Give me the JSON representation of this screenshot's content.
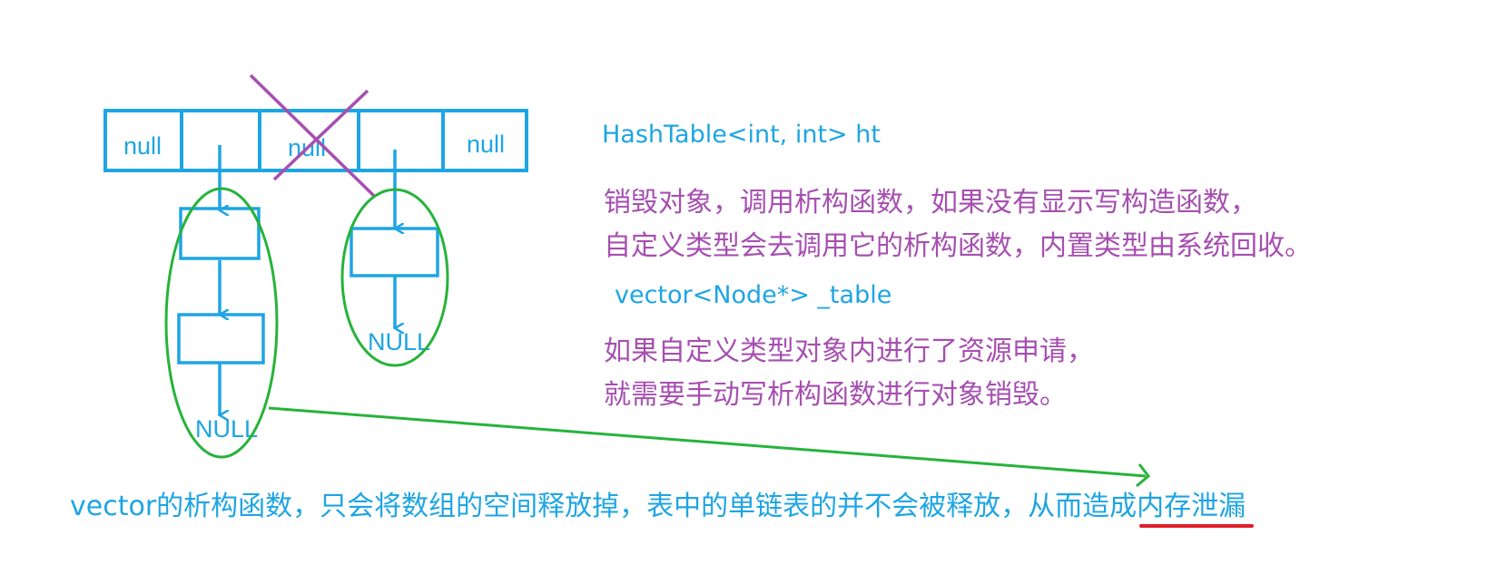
{
  "bucket_labels": [
    "null",
    "",
    "null",
    "",
    "null"
  ],
  "null_labels": [
    "NULL",
    "NULL"
  ],
  "code_labels": {
    "hashtable": "HashTable<int, int> ht",
    "vector": "vector<Node*>  _table"
  },
  "notes": {
    "line1": "销毁对象，调用析构函数，如果没有显示写构造函数，",
    "line2": "自定义类型会去调用它的析构函数，内置类型由系统回收。",
    "line3": "如果自定义类型对象内进行了资源申请，",
    "line4": "就需要手动写析构函数进行对象销毁。"
  },
  "bottom": {
    "prefix": "vector的析构函数，只会将数组的空间释放掉，表中的单链表的并不会被释放，从而造成",
    "highlight": "内存泄漏"
  },
  "colors": {
    "blue": "#1ea5e3",
    "purple": "#a64fb0",
    "green": "#27b33a",
    "red": "#e0202a"
  }
}
